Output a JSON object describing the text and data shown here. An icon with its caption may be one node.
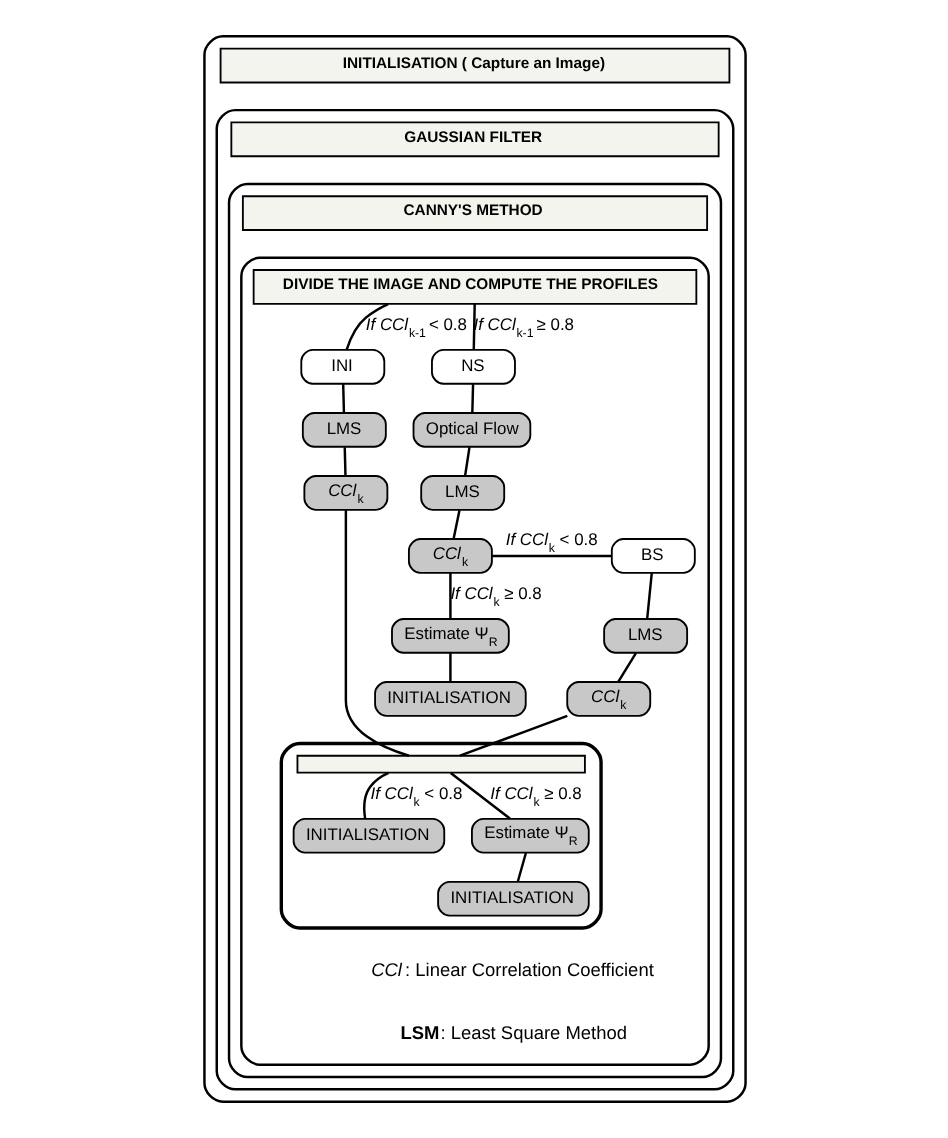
{
  "diagram": {
    "nodes": [
      {
        "text": [
          "INITIALISATION ( Capture an Image)"
        ]
      },
      {
        "text": [
          "GAUSSIAN FILTER"
        ],
        "in": 0
      },
      {
        "text": [
          "CANNY'S METHOD"
        ],
        "in": 1
      },
      {
        "text": [
          "DIVIDE THE IMAGE AND COMPUTE THE PROFILES"
        ],
        "in": 2
      },
      {
        "text": [
          "INI"
        ],
        "in": 3
      },
      {
        "text": [
          "LMS"
        ],
        "in": 3
      },
      {
        "text": [
          "*CCl*$_{k}$"
        ],
        "in": 3
      },
      {
        "text": [
          "NS"
        ],
        "in": 3
      },
      {
        "text": [
          "Optical Flow"
        ],
        "in": 3
      },
      {
        "text": [
          "LMS"
        ],
        "in": 3
      },
      {
        "text": [
          "*CCl*$_{k}$"
        ],
        "in": 3
      },
      {
        "text": [
          "BS"
        ],
        "in": 3
      },
      {
        "text": [
          "LMS"
        ],
        "in": 3
      },
      {
        "text": [
          "*CCl*$_{k}$"
        ],
        "in": 3
      },
      {
        "text": [
          "Estimate Ψ$_{R}$"
        ],
        "in": 3
      },
      {
        "text": [
          "INITIALISATION"
        ],
        "in": 3
      },
      {
        "text": [],
        "shape": "box",
        "in": 3
      },
      {
        "text": [
          "INITIALISATION"
        ],
        "in": 16
      },
      {
        "text": [
          "Estimate Ψ$_{R}$"
        ],
        "in": 16
      },
      {
        "text": [
          "INITIALISATION"
        ],
        "in": 16
      }
    ],
    "edges": [
      {
        "from": 3,
        "to": 4,
        "arrow": "none",
        "label": "*If CCl*$_{k-1}$ < 0.8"
      },
      {
        "from": 3,
        "to": 7,
        "arrow": "none",
        "label": "*If CCl*$_{k-1}$ ≥ 0.8"
      },
      {
        "from": 4,
        "to": 5,
        "arrow": "none"
      },
      {
        "from": 5,
        "to": 6,
        "arrow": "none"
      },
      {
        "from": 6,
        "to": 16,
        "arrow": "none"
      },
      {
        "from": 7,
        "to": 8,
        "arrow": "none"
      },
      {
        "from": 8,
        "to": 9,
        "arrow": "none"
      },
      {
        "from": 9,
        "to": 10,
        "arrow": "none"
      },
      {
        "from": 10,
        "to": 11,
        "arrow": "none",
        "label": "*If CCl*$_{k}$ < 0.8"
      },
      {
        "from": 11,
        "to": 12,
        "arrow": "none"
      },
      {
        "from": 12,
        "to": 13,
        "arrow": "none"
      },
      {
        "from": 13,
        "to": 16,
        "arrow": "none"
      },
      {
        "from": 10,
        "to": 14,
        "arrow": "none",
        "label": "*If CCl*$_{k}$ ≥ 0.8"
      },
      {
        "from": 14,
        "to": 15,
        "arrow": "none"
      },
      {
        "from": 16,
        "to": 17,
        "arrow": "none",
        "label": "*If CCl*$_{k}$ < 0.8"
      },
      {
        "from": 16,
        "to": 18,
        "arrow": "none",
        "label": "*If CCl*$_{k}$ ≥ 0.8"
      },
      {
        "from": 18,
        "to": 19,
        "arrow": "none"
      }
    ],
    "labels": [
      "*CCl*: Linear Correlation Coefficient",
      "**LSM**: Least Square Method"
    ]
  }
}
